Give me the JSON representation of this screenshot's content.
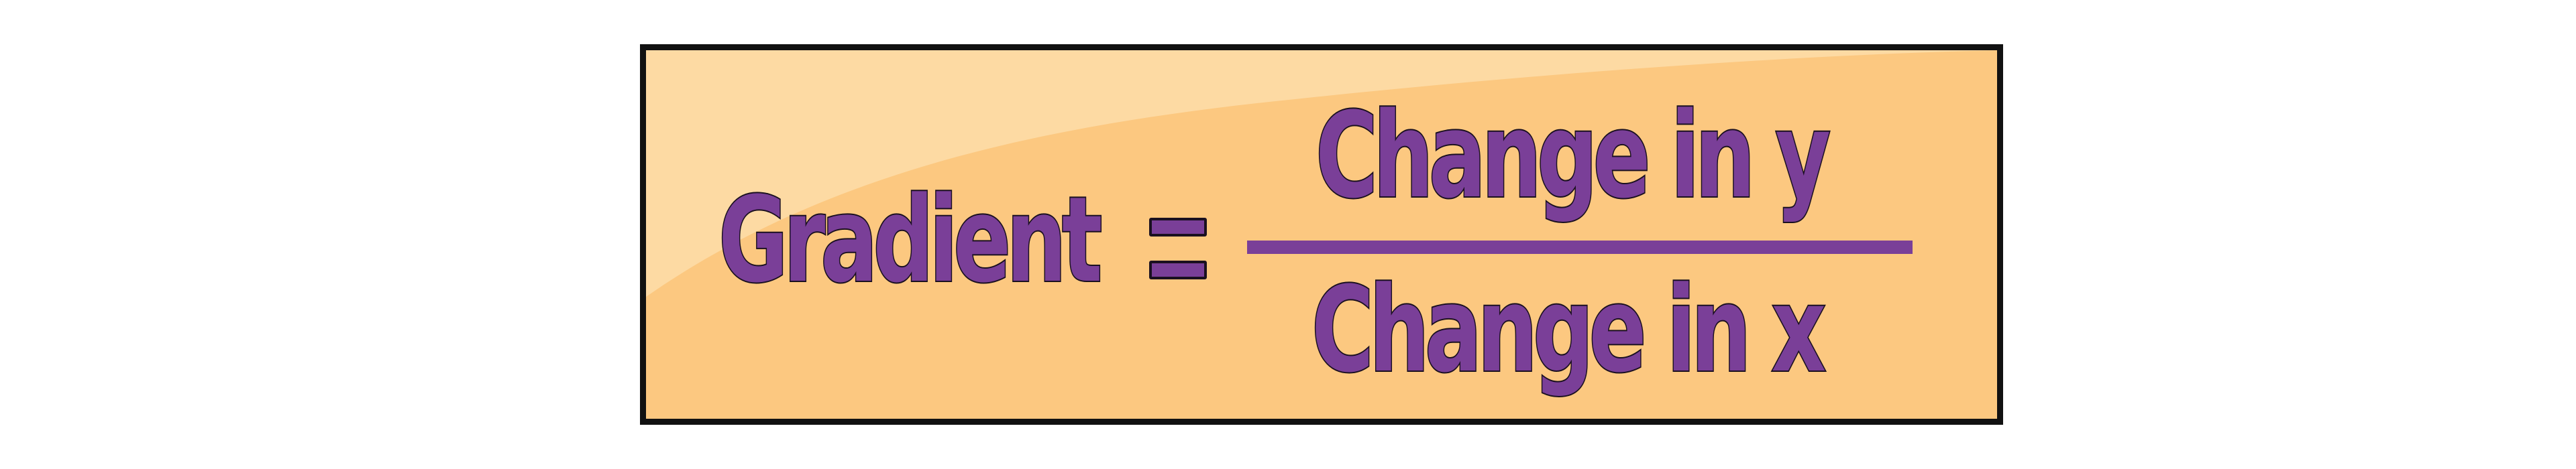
{
  "formula": {
    "lhs": "Gradient",
    "numerator": "Change in y",
    "denominator": "Change in x"
  },
  "colors": {
    "background": "#fcc880",
    "gloss": "#fde0b0",
    "text_fill": "#7a3f98",
    "text_outline": "#1a1020",
    "border": "#111111"
  },
  "icons": {
    "equals": "equals-sign-icon"
  }
}
